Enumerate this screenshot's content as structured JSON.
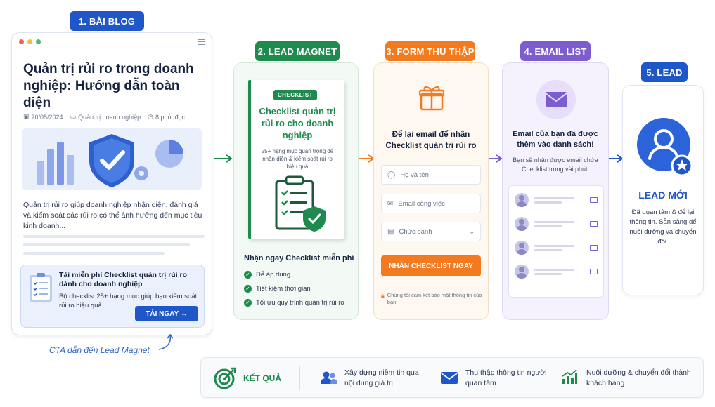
{
  "steps": [
    {
      "label": "1. BÀI BLOG",
      "color": "#1f56c8"
    },
    {
      "label": "2. LEAD MAGNET",
      "color": "#1e8a4d"
    },
    {
      "label": "3. FORM THU THẬP",
      "color": "#f47a1f"
    },
    {
      "label": "4. EMAIL LIST",
      "color": "#7d5ccf"
    },
    {
      "label": "5. LEAD",
      "color": "#1f56c8"
    }
  ],
  "blog": {
    "title": "Quản trị rủi ro trong doanh nghiệp: Hướng dẫn toàn diện",
    "date": "20/05/2024",
    "category": "Quản trị doanh nghiệp",
    "read_time": "8 phút đọc",
    "excerpt": "Quản trị rủi ro giúp doanh nghiệp nhận diện, đánh giá và kiểm soát các rủi ro có thể ảnh hưởng đến mục tiêu kinh doanh...",
    "cta_title": "Tải miễn phí Checklist quản trị rủi ro dành cho doanh nghiệp",
    "cta_desc": "Bộ checklist 25+ hạng mục giúp bạn kiểm soát rủi ro hiệu quả.",
    "cta_button": "TẢI NGAY →",
    "cta_note": "CTA dẫn đến Lead Magnet"
  },
  "magnet": {
    "tag": "CHECKLIST",
    "title": "Checklist quản trị rủi ro cho doanh nghiệp",
    "desc": "25+ hạng mục quan trọng để nhận diện & kiểm soát rủi ro hiệu quả",
    "subtitle": "Nhận ngay Checklist miễn phí",
    "benefits": [
      "Dễ áp dụng",
      "Tiết kiệm thời gian",
      "Tối ưu quy trình quản trị rủi ro"
    ]
  },
  "form": {
    "title": "Để lại email để nhận Checklist quản trị rủi ro",
    "name_placeholder": "Họ và tên",
    "email_placeholder": "Email công việc",
    "role_placeholder": "Chức danh",
    "button": "NHẬN CHECKLIST NGAY",
    "note": "Chúng tôi cam kết bảo mật thông tin của bạn."
  },
  "email_list": {
    "title": "Email của bạn đã được thêm vào danh sách!",
    "subtitle": "Bạn sẽ nhận được email chứa Checklist trong vài phút."
  },
  "lead": {
    "title": "LEAD MỚI",
    "desc": "Đã quan tâm & để lại thông tin. Sẵn sàng để nuôi dưỡng và chuyển đổi."
  },
  "result": {
    "title": "KẾT QUẢ",
    "items": [
      {
        "text": "Xây dựng niềm tin qua nội dung giá trị"
      },
      {
        "text": "Thu thập thông tin người quan tâm"
      },
      {
        "text": "Nuôi dưỡng & chuyển đổi thành khách hàng"
      }
    ]
  }
}
